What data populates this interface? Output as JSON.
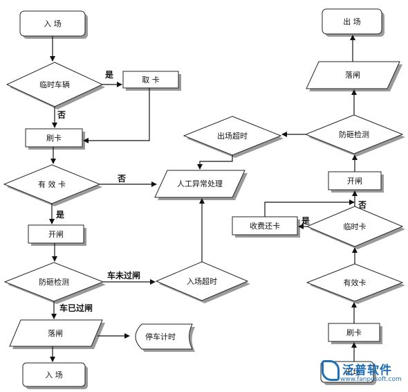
{
  "nodes": {
    "enter_top": "入 场",
    "temp_vehicle": "临时车辆",
    "take_card": "取 卡",
    "swipe_left": "刷卡",
    "valid_card_left": "有 效 卡",
    "open_gate_left": "开闸",
    "anti_smash_left": "防砸检测",
    "close_gate_left": "落闸",
    "parking_timer": "停车计时",
    "enter_bottom": "入 场",
    "entry_timeout": "入场超时",
    "manual_exception": "人工异常处理",
    "exit_timeout": "出场超时",
    "exit_top": "出 场",
    "close_gate_right": "落闸",
    "anti_smash_right": "防砸检测",
    "open_gate_right": "开闸",
    "temp_card": "临时卡",
    "charge_return_card": "收费还卡",
    "valid_card_right": "有效卡",
    "swipe_right": "刷卡",
    "exit_bottom": "出场"
  },
  "edge_labels": {
    "yes_take_card": "是",
    "no_swipe": "否",
    "no_manual": "否",
    "yes_open_gate": "是",
    "car_not_passed": "车未过闸",
    "car_passed": "车已过闸",
    "yes_charge": "是",
    "no_open_gate": "否"
  },
  "watermark": {
    "brand": "泛普软件",
    "url": "www.fanpusoft.com"
  }
}
